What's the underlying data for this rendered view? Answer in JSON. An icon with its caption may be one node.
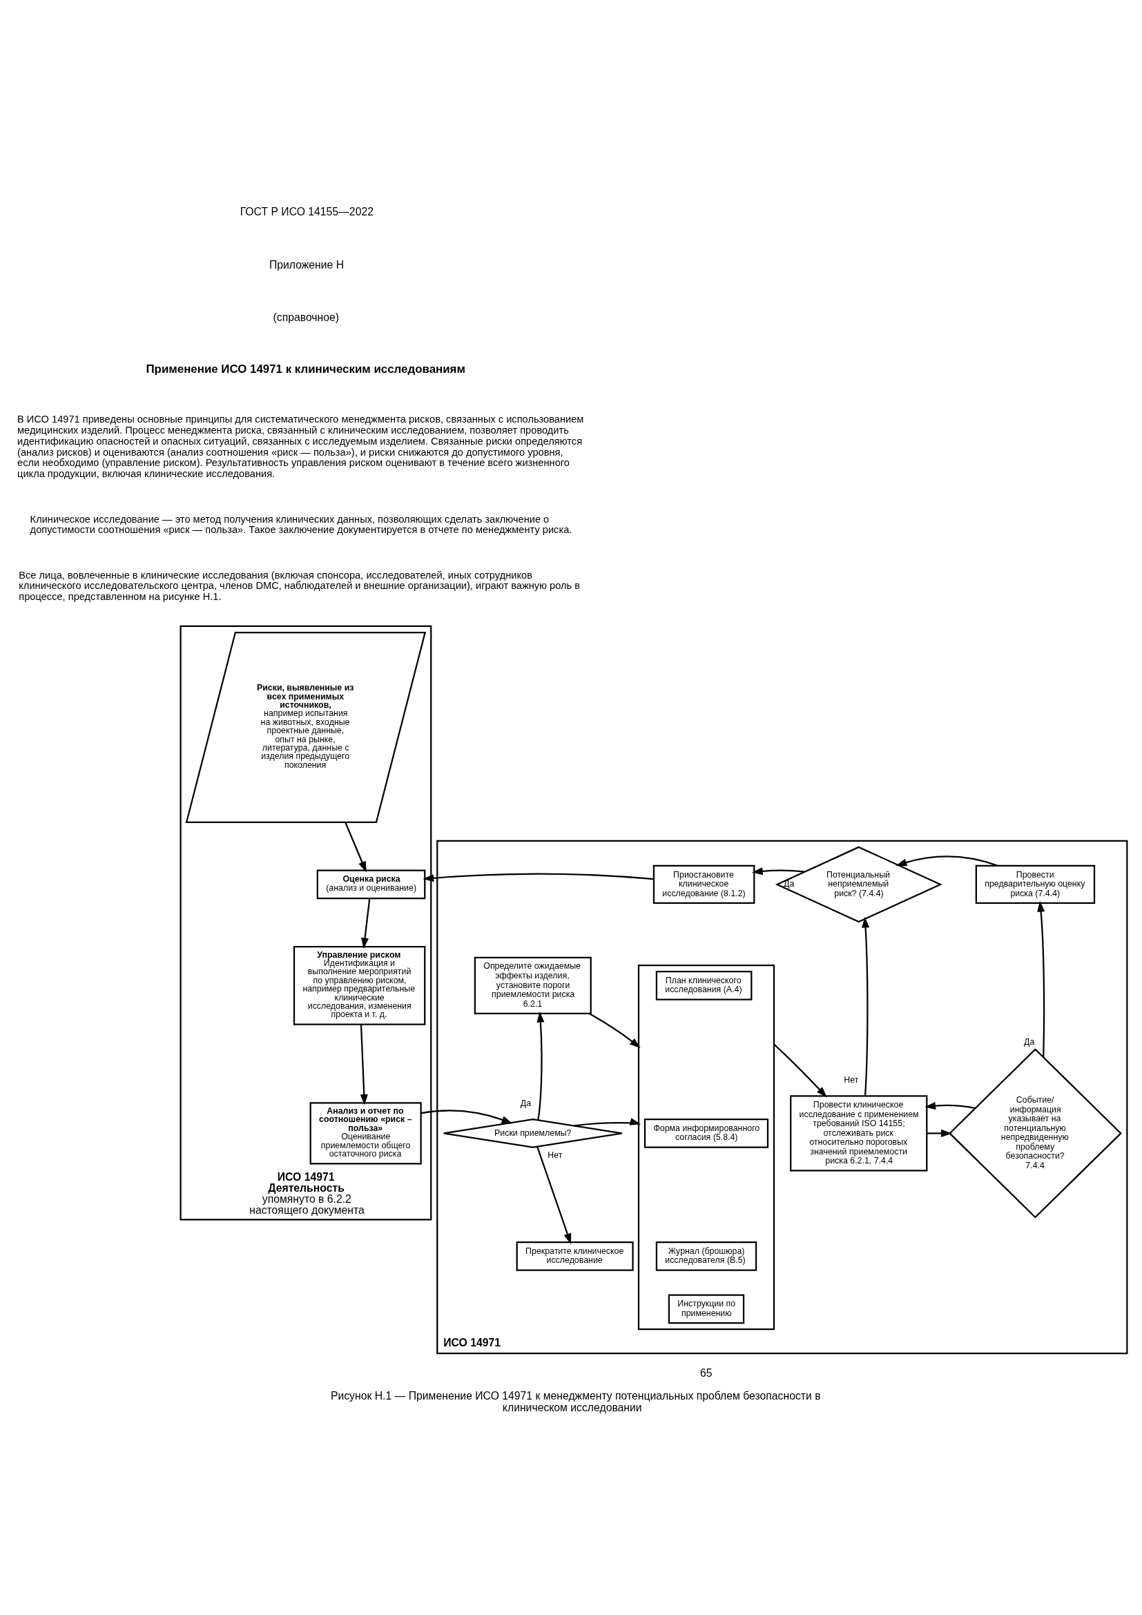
{
  "diagram": {
    "title": "Применение ИСО 14971 к клиническим исследованиям",
    "caption": "Рисунок Н.1 — Применение ИСО 14971 к менеджменту потенциальных проблем безопасности в клиническом исследовании",
    "nodes": [
      {
        "text": [
          "ИСО 14971",
          "Деятельность",
          "упомянуто в 6.2.2 настоящего документа"
        ]
      },
      {
        "text": [
          "Риски, выявленные из всех применимых источников,",
          "например испытания на животных, входные проектные данные, опыт на рынке, литература, данные с изделия предыдущего поколения"
        ],
        "in": 0
      },
      {
        "text": [
          "Оценка риска",
          "(анализ и оценивание)"
        ],
        "in": 0
      },
      {
        "text": [
          "Управление риском",
          "Идентификация и выполнение мероприятий по управлению риском, например предварительные клинические исследования, изменения проекта и т. д."
        ],
        "in": 0
      },
      {
        "text": [
          "Анализ и отчет по соотношению «риск – польза»",
          "Оценивание приемлемости общего остаточного риска"
        ],
        "in": 0
      },
      {
        "text": [
          "ИСО 14971"
        ]
      },
      {
        "text": [
          "Приостановите клиническое исследование (8.1.2)"
        ],
        "in": 5
      },
      {
        "text": [
          "Потенциальный неприемлемый риск? (7.4.4)"
        ],
        "in": 5
      },
      {
        "text": [
          "Провести предварительную оценку риска (7.4.4)"
        ],
        "in": 5
      },
      {
        "text": [
          "Определите ожидаемые эффекты изделия, установите пороги приемлемости риска 6.2.1"
        ],
        "in": 5
      },
      {
        "text": [
          "Риски приемлемы?"
        ],
        "in": 5
      },
      {
        "text": [
          "Прекратите клиническое исследование"
        ],
        "in": 5
      },
      {
        "text": [],
        "shape": "box",
        "in": 5
      },
      {
        "text": [
          "План клинического исследования (А.4)"
        ],
        "in": 12
      },
      {
        "text": [
          "Форма информированного согласия (5.8.4)"
        ],
        "in": 12
      },
      {
        "text": [
          "Журнал (брошюра) исследователя (В.5)"
        ],
        "in": 12
      },
      {
        "text": [
          "Инструкции по применению"
        ],
        "in": 12
      },
      {
        "text": [
          "Провести клиническое исследование с применением требований ISO 14155; отслеживать риск относительно пороговых значений приемлемости риска 6.2.1, 7.4.4"
        ],
        "in": 5
      },
      {
        "text": [
          "Событие/ информация указывает на потенциальную непредвиденную проблему безопасности? 7.4.4"
        ],
        "in": 5
      }
    ],
    "edges": [
      {
        "from": 7,
        "to": 6,
        "arrow": "to",
        "label": "Да"
      },
      {
        "from": 10,
        "to": 9,
        "arrow": "to",
        "label": "Да"
      },
      {
        "from": 10,
        "to": 11,
        "arrow": "to",
        "label": "Нет"
      },
      {
        "from": 18,
        "to": 8,
        "arrow": "to",
        "label": "Да"
      },
      {
        "from": 17,
        "to": 7,
        "arrow": "to",
        "label": "Нет"
      },
      {
        "from": 1,
        "to": 2,
        "arrow": "to"
      },
      {
        "from": 2,
        "to": 3,
        "arrow": "to"
      },
      {
        "from": 3,
        "to": 4,
        "arrow": "to"
      },
      {
        "from": 4,
        "to": 10,
        "arrow": "to"
      },
      {
        "from": 10,
        "to": 12,
        "arrow": "to"
      },
      {
        "from": 9,
        "to": 12,
        "arrow": "to"
      },
      {
        "from": 12,
        "to": 17,
        "arrow": "to"
      },
      {
        "from": 17,
        "to": 18,
        "arrow": "to"
      },
      {
        "from": 18,
        "to": 17,
        "arrow": "to"
      },
      {
        "from": 8,
        "to": 7,
        "arrow": "to"
      },
      {
        "from": 6,
        "to": 2,
        "arrow": "to"
      }
    ],
    "labels": [
      "ГОСТ Р ИСО 14155—2022",
      "Приложение Н",
      "(справочное)",
      "В ИСО 14971 приведены основные принципы для систематического менеджмента рисков, связанных с использованием медицинских изделий. Процесс менеджмента риска, связанный с клиническим исследованием, позволяет проводить идентификацию опасностей и опасных ситуаций, связанных с исследуемым изделием. Связанные риски определяются (анализ рисков) и оцениваются (анализ соотношения «риск — польза»), и риски снижаются до допустимого уровня, если необходимо (управление риском). Результативность управления риском оценивают в течение всего жизненного цикла продукции, включая клинические исследования.",
      "Клиническое исследование — это метод получения клинических данных, позволяющих сделать заключение о допустимости соотношения «риск — польза». Такое заключение документируется в отчете по менеджменту риска.",
      "Все лица, вовлеченные в клинические исследования (включая спонсора, исследователей, иных сотрудников клинического исследовательского центра, членов DMC, наблюдателей и внешние организации), играют важную роль в процессе, представленном на рисунке Н.1.",
      "65"
    ]
  }
}
